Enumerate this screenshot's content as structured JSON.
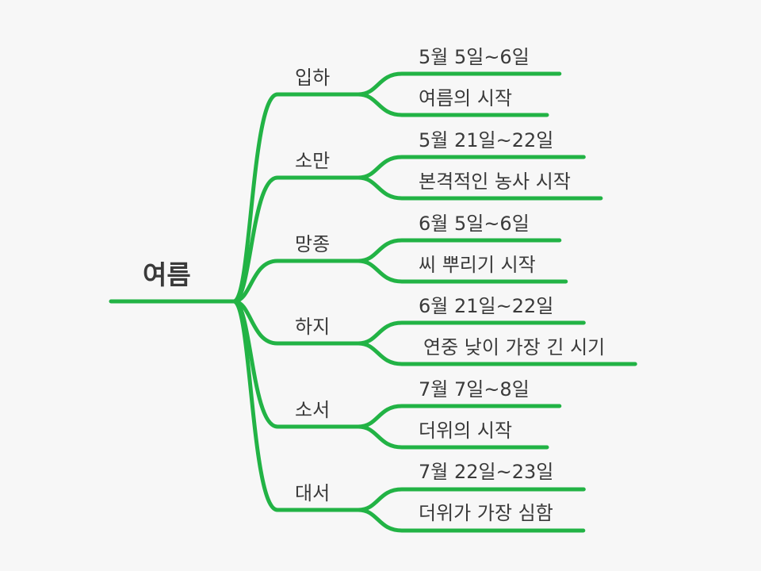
{
  "root": {
    "label": "여름"
  },
  "branches": [
    {
      "label": "입하",
      "date": "5월 5일~6일",
      "desc": "여름의 시작"
    },
    {
      "label": "소만",
      "date": "5월 21일~22일",
      "desc": "본격적인 농사 시작"
    },
    {
      "label": "망종",
      "date": "6월 5일~6일",
      "desc": "씨 뿌리기 시작"
    },
    {
      "label": "하지",
      "date": "6월 21일~22일",
      "desc": "연중 낮이 가장 긴 시기"
    },
    {
      "label": "소서",
      "date": "7월 7일~8일",
      "desc": "더위의 시작"
    },
    {
      "label": "대서",
      "date": "7월 22일~23일",
      "desc": "더위가 가장 심함"
    }
  ],
  "colors": {
    "line": "#22b345",
    "text": "#3a3a3a",
    "background": "#f7f7f7"
  }
}
